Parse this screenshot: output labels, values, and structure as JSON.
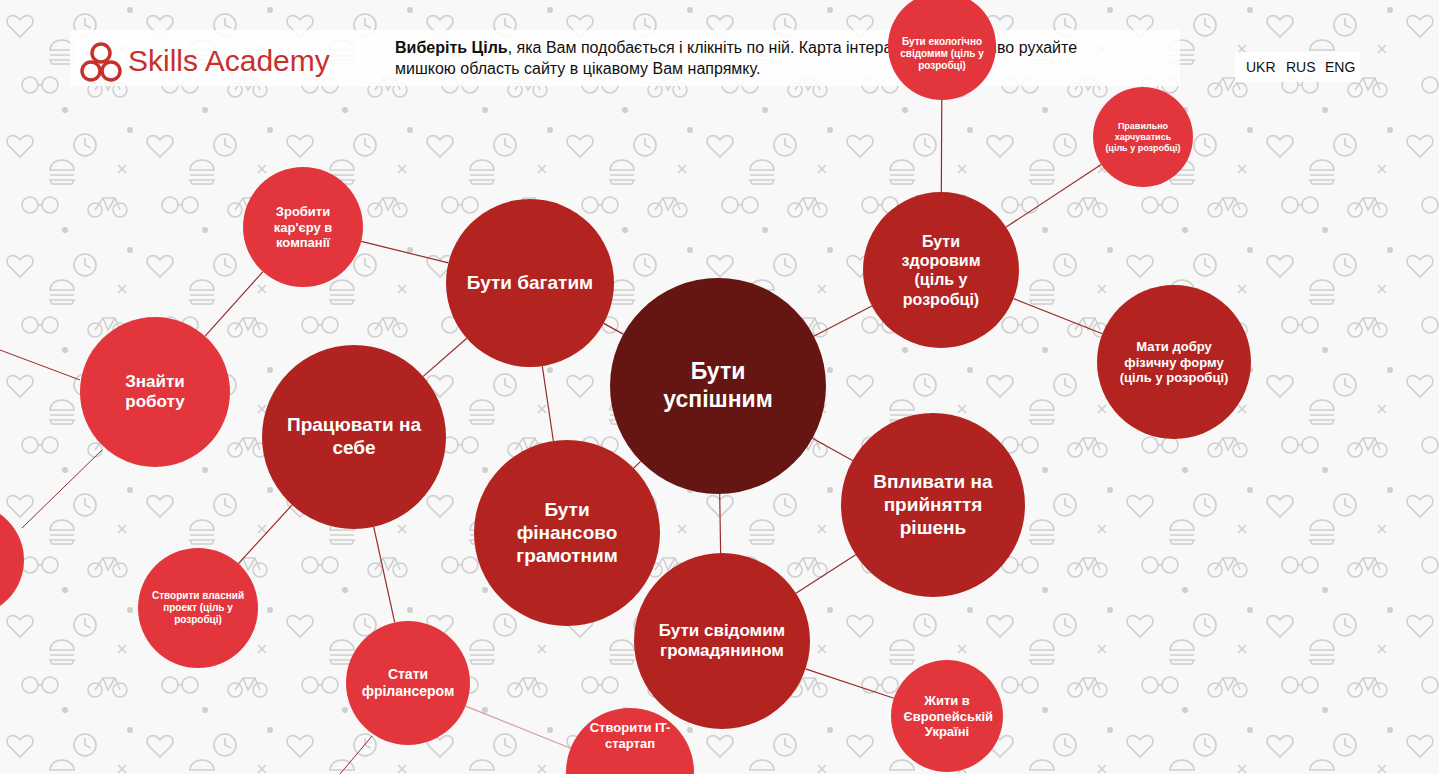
{
  "diagram": {
    "nodes": [
      {
        "text": [
          "Бути екологічно свідомим (ціль у розробці)"
        ]
      },
      {
        "text": [
          "Правильно харчуватись (ціль у розробці)"
        ]
      },
      {
        "text": [
          "Зробити кар'єру в компанії"
        ]
      },
      {
        "text": [
          "Бути здоровим (ціль у розробці)"
        ]
      },
      {
        "text": [
          "Бути багатим"
        ]
      },
      {
        "text": [
          "Мати добру фізичну форму (ціль у розробці)"
        ]
      },
      {
        "text": [
          "Бути успішним"
        ]
      },
      {
        "text": [
          "Знайти роботу"
        ]
      },
      {
        "text": [
          "Працювати на себе"
        ]
      },
      {
        "text": [
          "Впливати на прийняття рішень"
        ]
      },
      {
        "text": [
          "Бути фінансово грамотним"
        ]
      },
      {
        "text": [
          "Створити власний проект (ціль у розробці)"
        ]
      },
      {
        "text": [
          "Бути свідомим громадянином"
        ]
      },
      {
        "text": [
          "Стати фрілансером"
        ]
      },
      {
        "text": [
          "Жити в Європейській Україні"
        ]
      },
      {
        "text": [
          "Створити IT-стартап"
        ]
      }
    ],
    "edges": [
      {
        "from": 6,
        "to": 4,
        "arrow": "none"
      },
      {
        "from": 6,
        "to": 3,
        "arrow": "none"
      },
      {
        "from": 6,
        "to": 9,
        "arrow": "none"
      },
      {
        "from": 6,
        "to": 12,
        "arrow": "none"
      },
      {
        "from": 6,
        "to": 10,
        "arrow": "none"
      },
      {
        "from": 4,
        "to": 10,
        "arrow": "none"
      },
      {
        "from": 4,
        "to": 8,
        "arrow": "none"
      },
      {
        "from": 4,
        "to": 2,
        "arrow": "none"
      },
      {
        "from": 2,
        "to": 7,
        "arrow": "none"
      },
      {
        "from": 8,
        "to": 11,
        "arrow": "none"
      },
      {
        "from": 8,
        "to": 13,
        "arrow": "none"
      },
      {
        "from": 13,
        "to": 15,
        "arrow": "none"
      },
      {
        "from": 12,
        "to": 9,
        "arrow": "none"
      },
      {
        "from": 12,
        "to": 14,
        "arrow": "none"
      },
      {
        "from": 3,
        "to": 0,
        "arrow": "none"
      },
      {
        "from": 3,
        "to": 1,
        "arrow": "none"
      },
      {
        "from": 3,
        "to": 5,
        "arrow": "none"
      }
    ],
    "labels": [
      "Skills Academy",
      "Виберіть Ціль",
      ", яка Вам подобається і клікніть по ній. Карта інтерактивна - сміливо рухайте мишкою область сайту в цікавому Вам напрямку.",
      "UKR",
      "RUS",
      "ENG"
    ]
  }
}
